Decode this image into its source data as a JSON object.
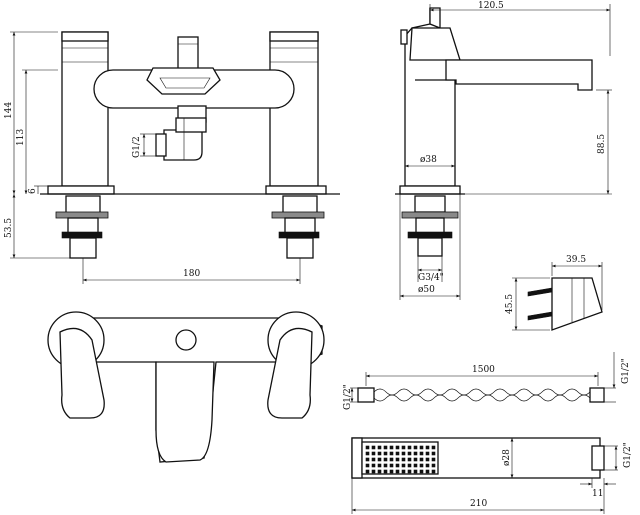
{
  "dimensions": {
    "front_height_total": "144",
    "front_height_body": "113",
    "base_thickness": "6",
    "below_deck": "53.5",
    "centres": "180",
    "inlet_thread_front": "G1/2",
    "side_spout_reach": "120.5",
    "side_spout_height": "88.5",
    "body_diameter": "ø38",
    "base_diameter": "ø50",
    "tail_thread": "G3/4\"",
    "bracket_width": "39.5",
    "bracket_height": "45.5",
    "hose_length": "1500",
    "hose_thread_left": "G1/2\"",
    "hose_thread_right": "G1/2\"",
    "handset_diameter": "ø28",
    "handset_length": "210",
    "handset_thread": "G1/2\"",
    "handset_nut": "11"
  }
}
